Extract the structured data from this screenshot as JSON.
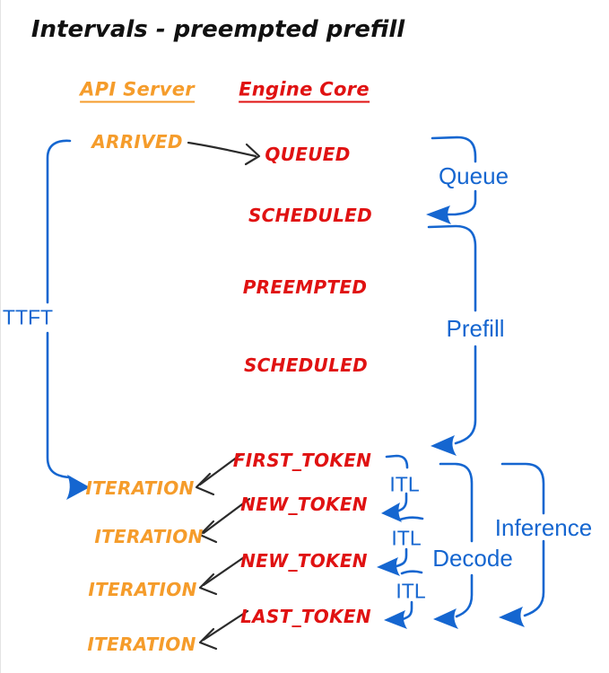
{
  "title": "Intervals - preempted prefill",
  "columns": {
    "api_server": "API Server",
    "engine_core": "Engine Core"
  },
  "events": {
    "arrived": "ARRIVED",
    "queued": "QUEUED",
    "scheduled_1": "SCHEDULED",
    "preempted": "PREEMPTED",
    "scheduled_2": "SCHEDULED",
    "first_token": "FIRST_TOKEN",
    "new_token_1": "NEW_TOKEN",
    "new_token_2": "NEW_TOKEN",
    "last_token": "LAST_TOKEN",
    "iteration_1": "ITERATION",
    "iteration_2": "ITERATION",
    "iteration_3": "ITERATION",
    "iteration_4": "ITERATION"
  },
  "intervals": {
    "ttft": "TTFT",
    "queue": "Queue",
    "prefill": "Prefill",
    "itl_1": "ITL",
    "itl_2": "ITL",
    "itl_3": "ITL",
    "decode": "Decode",
    "inference": "Inference"
  },
  "colors": {
    "api_server": "#F59C2B",
    "engine_core": "#E01212",
    "interval": "#1566D0",
    "arrow": "#2B2B2B",
    "title": "#111111",
    "background": "#FFFFFF"
  }
}
